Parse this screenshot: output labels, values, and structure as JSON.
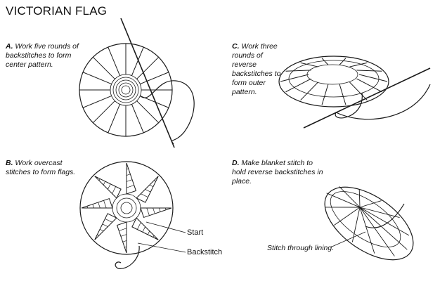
{
  "title": "VICTORIAN FLAG",
  "steps": [
    {
      "letter": "A.",
      "text": "Work five rounds of backstitches to form center pattern."
    },
    {
      "letter": "B.",
      "text": "Work overcast stitches to form flags."
    },
    {
      "letter": "C.",
      "text": "Work three rounds of reverse backstitches to form outer pattern."
    },
    {
      "letter": "D.",
      "text": "Make blanket stitch to hold reverse backstitches in place."
    }
  ],
  "labels": {
    "start": "Start",
    "backstitch": "Backstitch",
    "stitch_through": "Stitch through lining."
  }
}
